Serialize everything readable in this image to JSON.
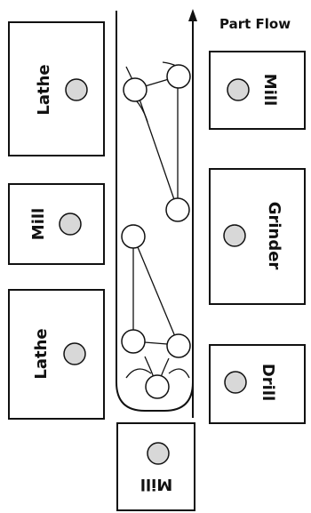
{
  "flow_label": "Part Flow",
  "machines": [
    {
      "id": "left-lathe-top",
      "label": "Lathe"
    },
    {
      "id": "left-mill",
      "label": "Mill"
    },
    {
      "id": "left-lathe-bottom",
      "label": "Lathe"
    },
    {
      "id": "right-mill",
      "label": "Mill"
    },
    {
      "id": "right-grinder",
      "label": "Grinder"
    },
    {
      "id": "right-drill",
      "label": "Drill"
    },
    {
      "id": "bottom-mill",
      "label": "Mill"
    }
  ],
  "colors": {
    "stroke": "#111111",
    "station_fill": "#d8d8d8",
    "background": "#ffffff"
  }
}
